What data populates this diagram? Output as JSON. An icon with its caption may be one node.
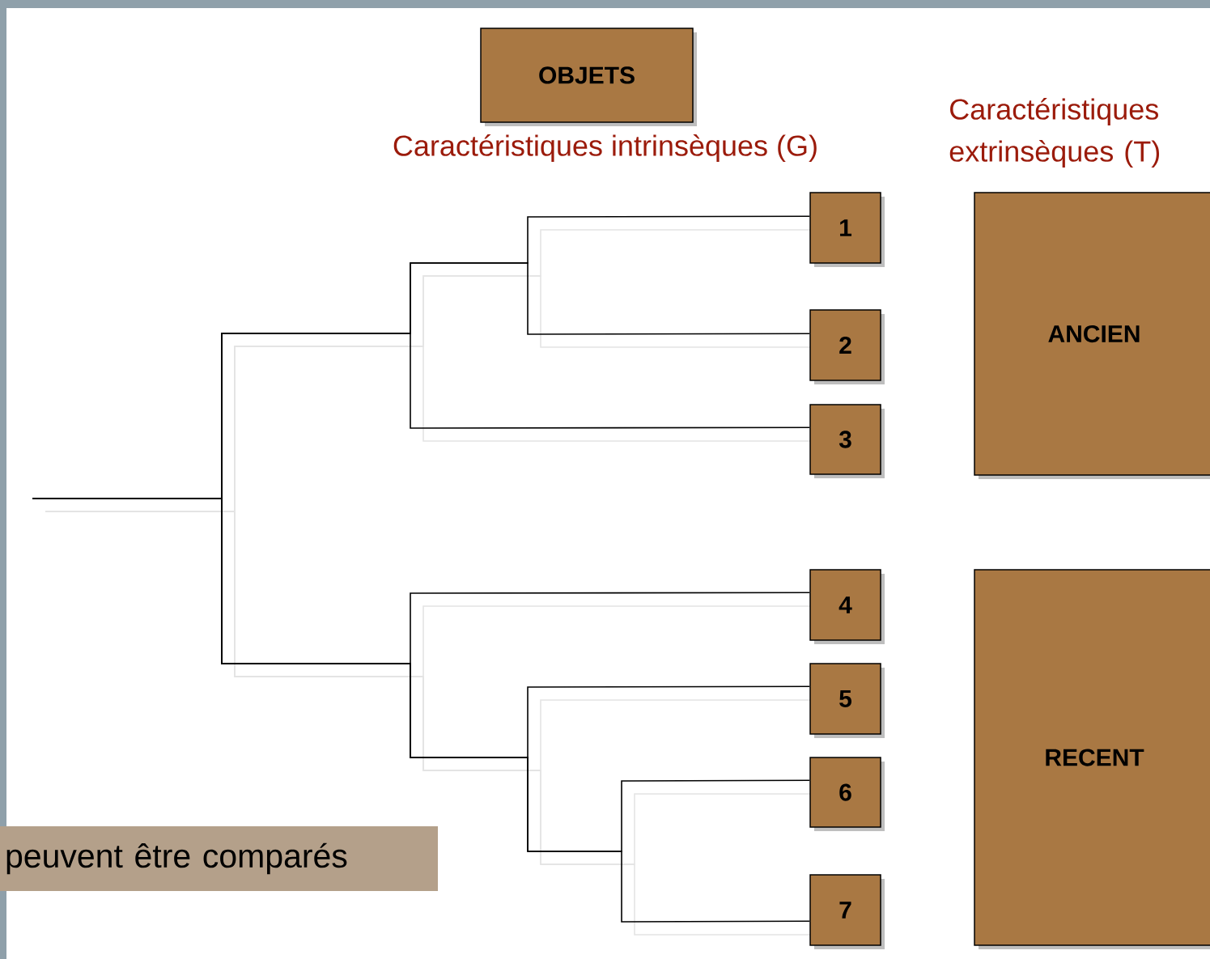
{
  "diagram": {
    "nodes": [
      {
        "text": [
          "OBJETS"
        ]
      },
      {
        "text": [
          "1"
        ]
      },
      {
        "text": [
          "2"
        ]
      },
      {
        "text": [
          "3"
        ]
      },
      {
        "text": [
          "4"
        ]
      },
      {
        "text": [
          "5"
        ]
      },
      {
        "text": [
          "6"
        ]
      },
      {
        "text": [
          "7"
        ]
      },
      {
        "text": [
          "ANCIEN"
        ]
      },
      {
        "text": [
          "RECENT"
        ]
      },
      {
        "text": [
          "peuvent être comparés"
        ]
      }
    ],
    "edges": [
      {
        "from": null,
        "to": 1,
        "arrow": "none"
      },
      {
        "from": null,
        "to": 2,
        "arrow": "none"
      },
      {
        "from": null,
        "to": 3,
        "arrow": "none"
      },
      {
        "from": null,
        "to": 4,
        "arrow": "none"
      },
      {
        "from": null,
        "to": 5,
        "arrow": "none"
      },
      {
        "from": null,
        "to": 6,
        "arrow": "none"
      },
      {
        "from": null,
        "to": 7,
        "arrow": "none"
      }
    ],
    "labels": [
      "Caractéristiques intrinsèques (G)",
      "Caractéristiques extrinsèques (T)"
    ]
  }
}
